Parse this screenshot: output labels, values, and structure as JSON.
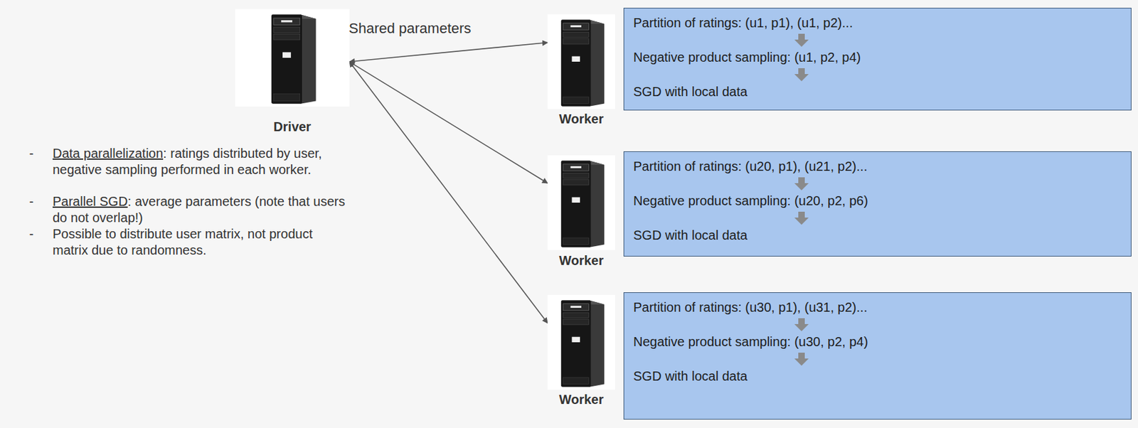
{
  "diagram": {
    "nodes": [
      {
        "text": [
          "Driver"
        ]
      },
      {
        "text": [
          "Worker"
        ]
      },
      {
        "text": [
          "Partition of ratings: (u1, p1), (u1, p2)...",
          "Negative product sampling: (u1, p2, p4)",
          "SGD with local data"
        ]
      },
      {
        "text": [
          "Worker"
        ]
      },
      {
        "text": [
          "Partition of ratings: (u20, p1), (u21, p2)...",
          "Negative product sampling: (u20, p2, p6)",
          "SGD with local data"
        ]
      },
      {
        "text": [
          "Worker"
        ]
      },
      {
        "text": [
          "Partition of ratings: (u30, p1), (u31, p2)...",
          "Negative product sampling: (u30, p2, p4)",
          "SGD with local data"
        ]
      }
    ],
    "edges": [
      {
        "from": 0,
        "to": 1,
        "arrow": "both"
      },
      {
        "from": 0,
        "to": 3,
        "arrow": "both"
      },
      {
        "from": 0,
        "to": 5,
        "arrow": "both"
      }
    ],
    "labels": [
      "Shared parameters",
      "-",
      "Data parallelization",
      ": ratings distributed by user, negative sampling performed in each worker.",
      "-",
      "Parallel SGD",
      ": average parameters (note that users do not overlap!)",
      "-",
      "Possible to distribute user matrix, not product matrix due to randomness."
    ]
  }
}
